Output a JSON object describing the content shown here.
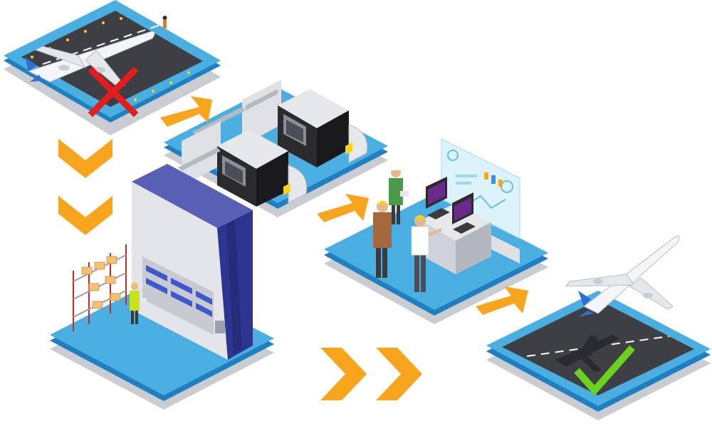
{
  "diagram": {
    "type": "isometric-process-flow",
    "background": "#ffffff",
    "colors": {
      "platform_top": "#4aaee0",
      "platform_side": "#1f7fc0",
      "platform_shadow": "#c9ccd0",
      "runway": "#3d3f44",
      "runway_lines": "#ffffff",
      "runway_lights": "#ffd21a",
      "arrow": "#f7a51c",
      "reject": "#e31d1d",
      "approve": "#6ad11f",
      "storage_tower": "#2e3590",
      "machine_body": "#2b2b2e",
      "machine_cover": "#e6e7ea"
    },
    "stages": [
      {
        "id": "grounded-aircraft",
        "icon": "airplane-icon",
        "status": "reject-mark-icon"
      },
      {
        "id": "cnc-machining",
        "icon": "cnc-machine-icon"
      },
      {
        "id": "vertical-storage",
        "icon": "vertical-lift-module-icon"
      },
      {
        "id": "control-room",
        "icon": "control-console-icon"
      },
      {
        "id": "aircraft-ready",
        "icon": "airplane-icon",
        "status": "approve-mark-icon"
      }
    ],
    "connectors": [
      "chevron-arrow-icon"
    ]
  }
}
